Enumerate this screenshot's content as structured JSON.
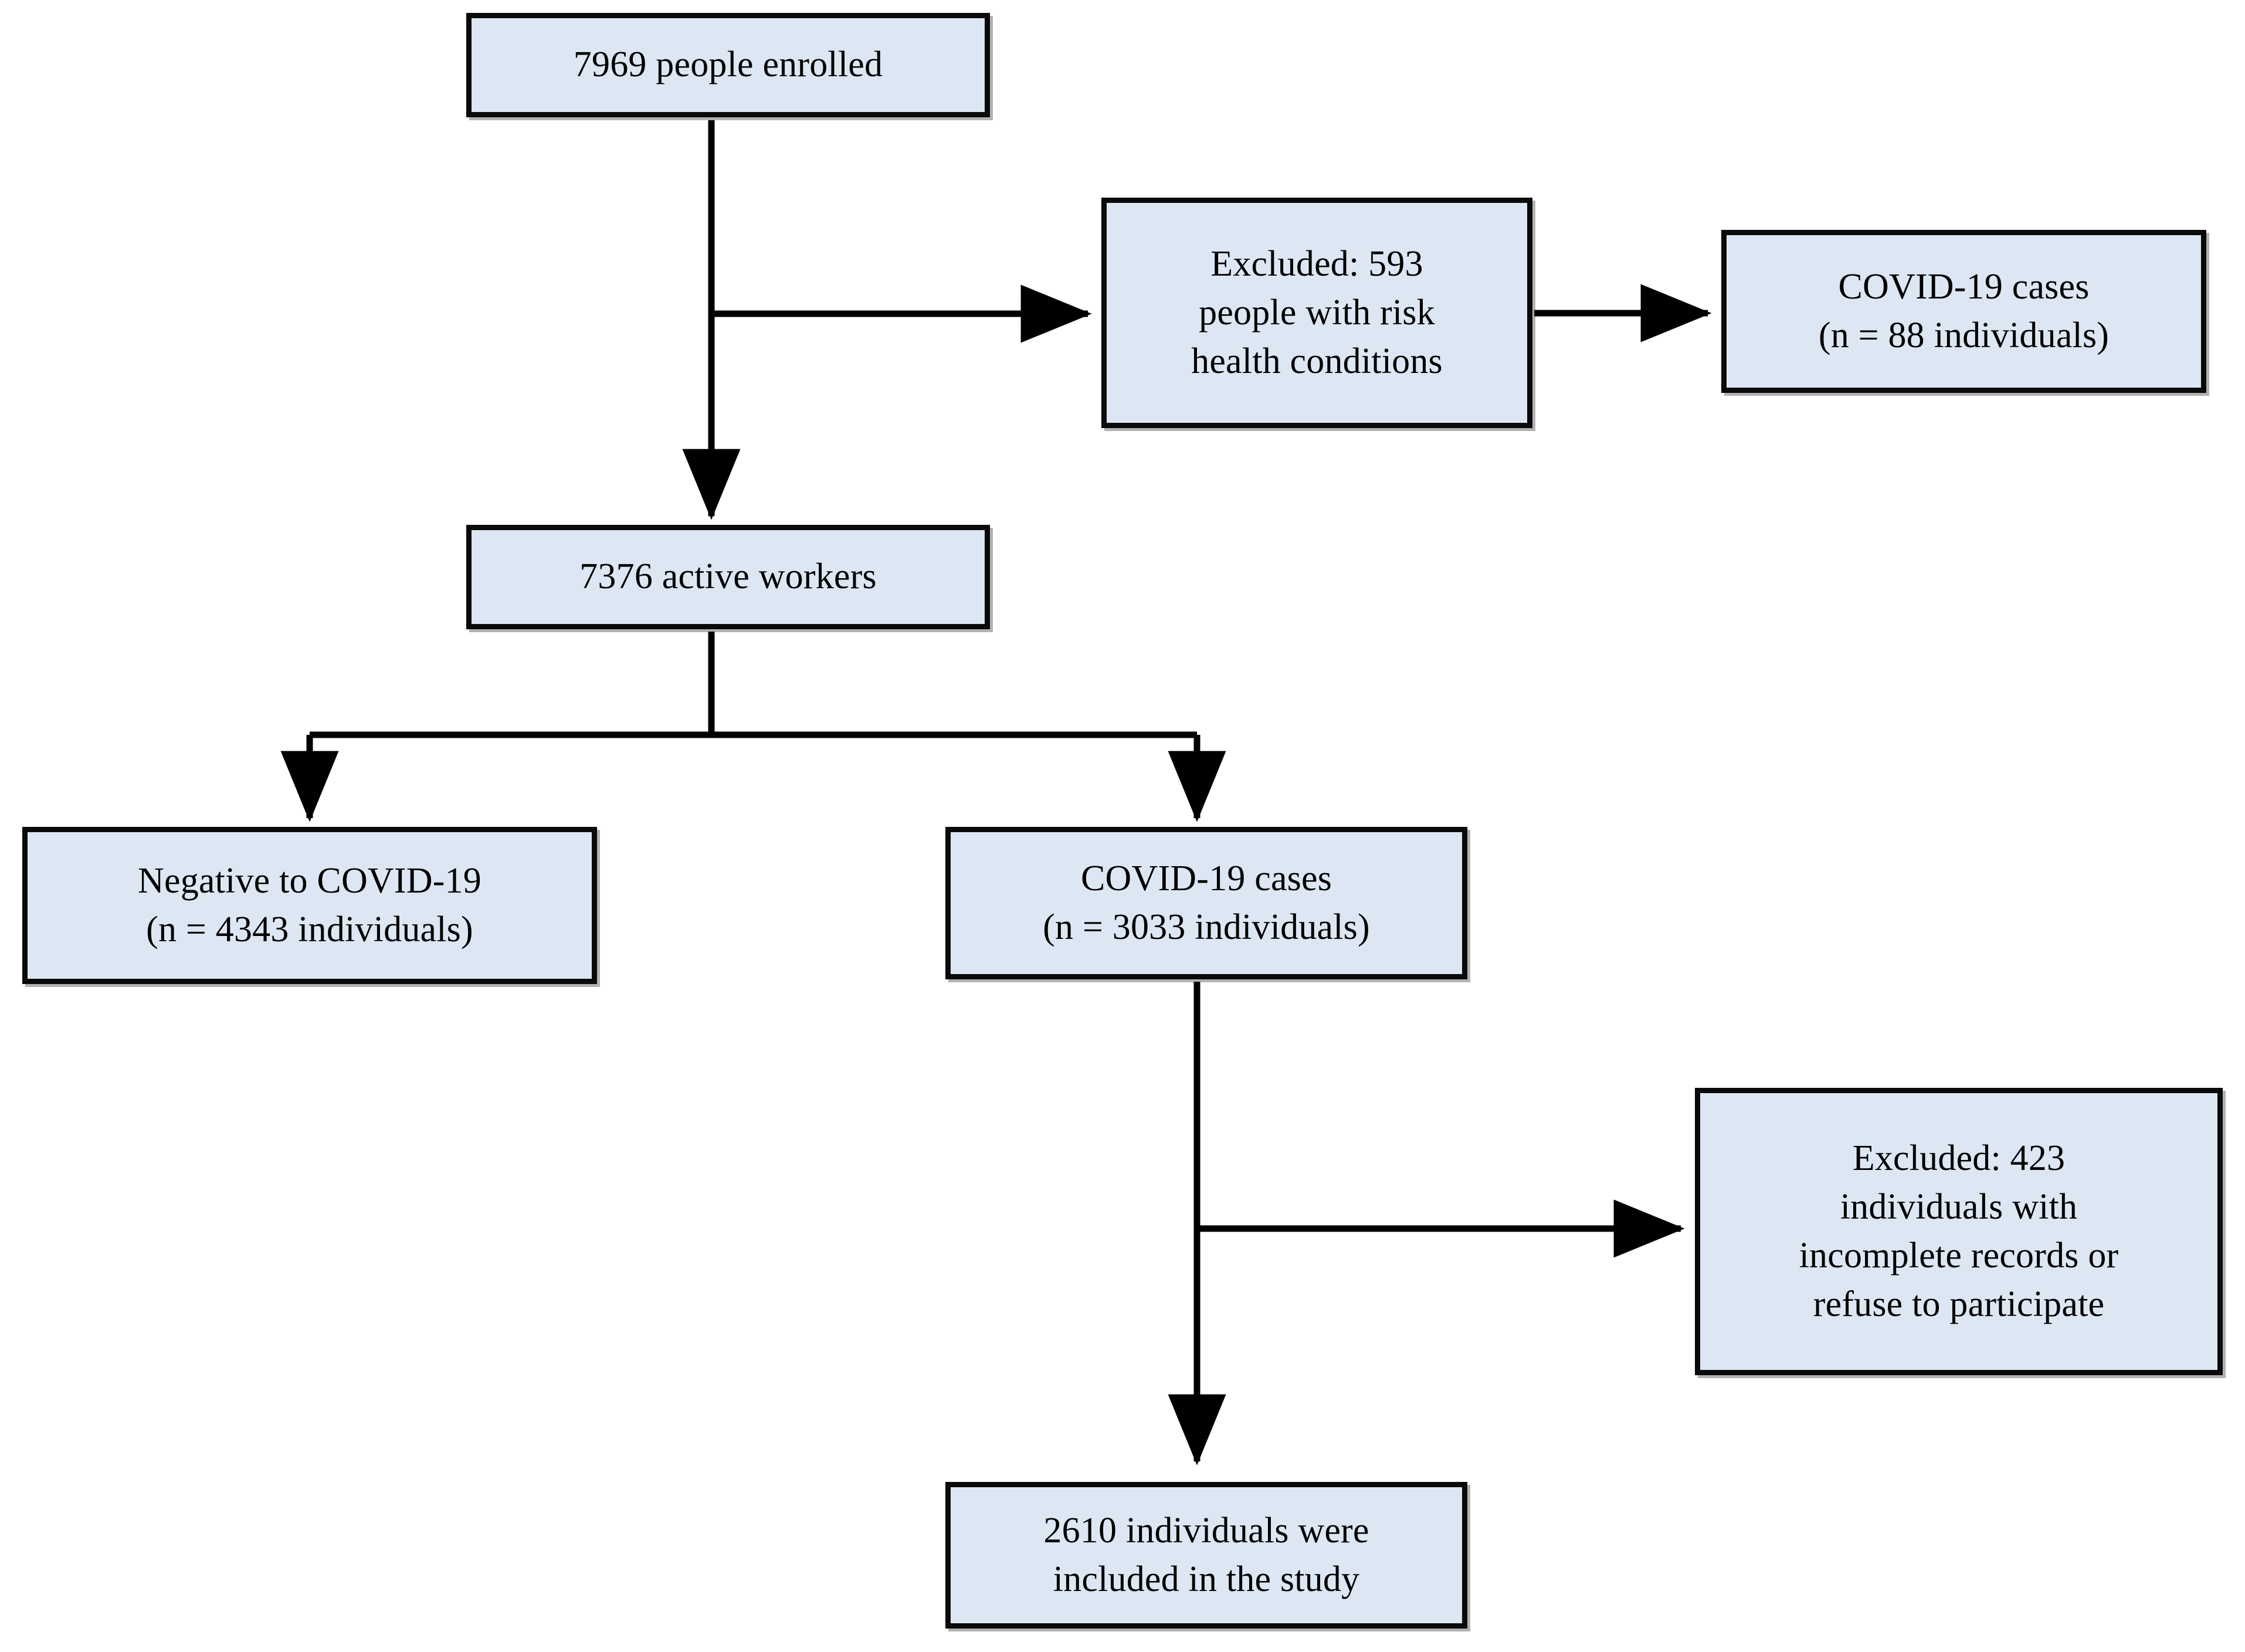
{
  "figure": {
    "type": "flowchart",
    "orientation": "top-down",
    "background_color": "#ffffff",
    "node_fill_color": "#dde7f3",
    "node_border_color": "#0a0a0a",
    "connector_color": "#000000"
  },
  "nodes": {
    "enrolled": {
      "id": "enrolled",
      "label": "7969 people enrolled",
      "count": 7969
    },
    "excluded_risk": {
      "id": "excluded_risk",
      "label": "Excluded: 593\npeople with risk\nhealth conditions",
      "count": 593
    },
    "covid_risk": {
      "id": "covid_risk",
      "label": "COVID-19 cases\n(n = 88 individuals)",
      "count": 88
    },
    "active_workers": {
      "id": "active_workers",
      "label": "7376 active workers",
      "count": 7376
    },
    "negative": {
      "id": "negative",
      "label": "Negative to COVID-19\n(n = 4343 individuals)",
      "count": 4343
    },
    "covid_cases": {
      "id": "covid_cases",
      "label": "COVID-19 cases\n(n = 3033 individuals)",
      "count": 3033
    },
    "excluded_incomplete": {
      "id": "excluded_incomplete",
      "label": "Excluded: 423\nindividuals with\nincomplete records or\nrefuse to participate",
      "count": 423
    },
    "included": {
      "id": "included",
      "label": "2610 individuals were\nincluded in the study",
      "count": 2610
    }
  },
  "edges": [
    {
      "from": "enrolled",
      "to": "excluded_risk",
      "kind": "elbow-right",
      "arrow": true
    },
    {
      "from": "excluded_risk",
      "to": "covid_risk",
      "kind": "straight-right",
      "arrow": true
    },
    {
      "from": "enrolled",
      "to": "active_workers",
      "kind": "straight-down",
      "arrow": true
    },
    {
      "from": "active_workers",
      "to": "negative",
      "kind": "split-down-left",
      "arrow": true
    },
    {
      "from": "active_workers",
      "to": "covid_cases",
      "kind": "split-down-right",
      "arrow": true
    },
    {
      "from": "covid_cases",
      "to": "excluded_incomplete",
      "kind": "elbow-right",
      "arrow": true
    },
    {
      "from": "covid_cases",
      "to": "included",
      "kind": "straight-down",
      "arrow": true
    }
  ]
}
